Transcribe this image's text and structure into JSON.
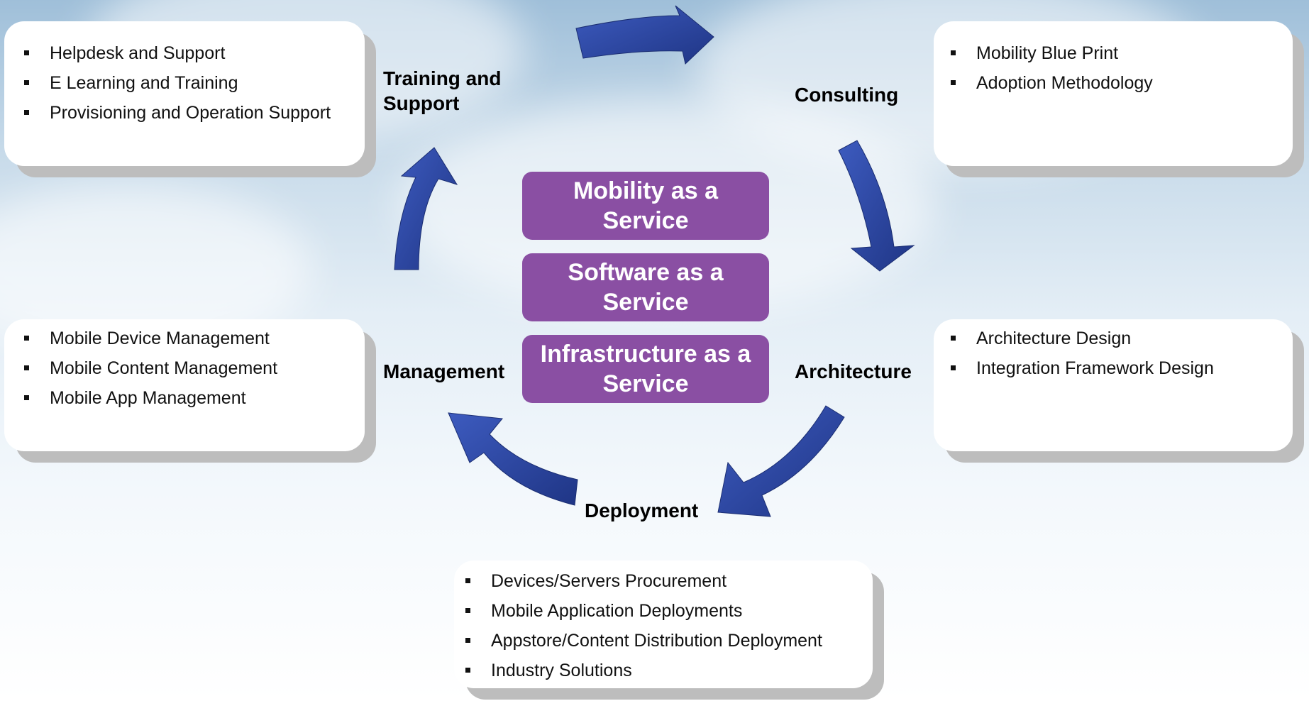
{
  "center": {
    "layers": [
      "Mobility as a Service",
      "Software as a Service",
      "Infrastructure as a Service"
    ]
  },
  "stages": {
    "training": {
      "label": "Training and Support",
      "items": [
        "Helpdesk and Support",
        "E Learning and Training",
        "Provisioning and Operation Support"
      ]
    },
    "consulting": {
      "label": "Consulting",
      "items": [
        "Mobility Blue Print",
        "Adoption Methodology"
      ]
    },
    "management": {
      "label": "Management",
      "items": [
        "Mobile Device Management",
        "Mobile Content Management",
        "Mobile App  Management"
      ]
    },
    "architecture": {
      "label": "Architecture",
      "items": [
        "Architecture Design",
        "Integration Framework Design"
      ]
    },
    "deployment": {
      "label": "Deployment",
      "items": [
        "Devices/Servers Procurement",
        "Mobile Application Deployments",
        "Appstore/Content Distribution Deployment",
        "Industry Solutions"
      ]
    }
  },
  "colors": {
    "center_fill": "#8a4fa3",
    "arrow_fill": "#2f47a0",
    "shadow": "#bdbdbd"
  },
  "icons": [
    "cycle-arrow-icon"
  ]
}
